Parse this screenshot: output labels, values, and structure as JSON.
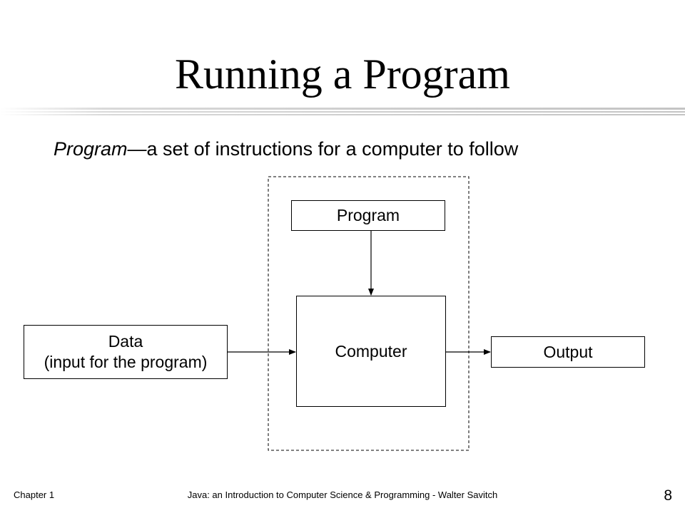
{
  "slide": {
    "title": "Running a Program",
    "definition": {
      "term": "Program",
      "text": "—a set of instructions for a computer to follow"
    }
  },
  "diagram": {
    "nodes": {
      "data": {
        "line1": "Data",
        "line2": "(input for the program)"
      },
      "program": {
        "label": "Program"
      },
      "computer": {
        "label": "Computer"
      },
      "output": {
        "label": "Output"
      }
    },
    "edges": [
      {
        "from": "program",
        "to": "computer"
      },
      {
        "from": "data",
        "to": "computer"
      },
      {
        "from": "computer",
        "to": "output"
      }
    ]
  },
  "footer": {
    "chapter": "Chapter 1",
    "book": "Java: an Introduction to Computer Science & Programming - Walter Savitch",
    "page": "8"
  }
}
